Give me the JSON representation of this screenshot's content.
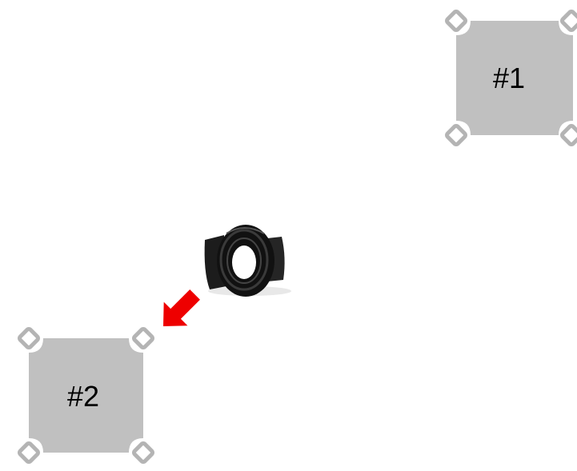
{
  "pads": [
    {
      "id": "pad-1",
      "label": "#1"
    },
    {
      "id": "pad-2",
      "label": "#2"
    }
  ],
  "colors": {
    "pad_fill": "#c0c0c0",
    "hole_fill": "#ffffff",
    "hole_stroke": "#b4b4b4",
    "arrow": "#ee0000",
    "part": "#1a1a1a"
  },
  "part": {
    "icon": "black-grommet-component"
  },
  "arrow": {
    "icon": "red-arrow-icon",
    "direction": "down-left"
  }
}
